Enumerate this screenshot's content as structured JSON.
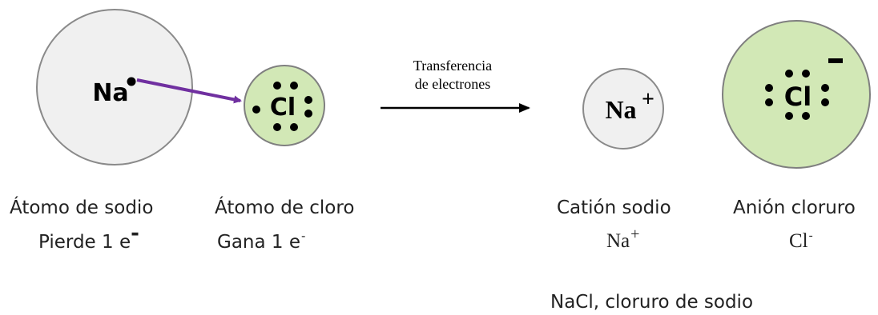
{
  "colors": {
    "sodium_fill": "#f0f0f0",
    "chlorine_fill": "#d2e8b6",
    "outline": "#8a8a8a",
    "arrow_purple": "#7030a0",
    "arrow_black": "#000000"
  },
  "atoms": {
    "sodium": {
      "symbol": "Na"
    },
    "chlorine": {
      "symbol": "Cl"
    },
    "sodium_cation": {
      "symbol": "Na",
      "charge": "+"
    },
    "chloride_anion": {
      "symbol": "Cl",
      "charge": "-"
    }
  },
  "transfer_arrow": {
    "line1": "Transferencia",
    "line2": "de electrones"
  },
  "labels": {
    "sodium_atom": {
      "name": "Átomo de sodio",
      "detail": "Pierde 1 e",
      "charge": "-"
    },
    "chlorine_atom": {
      "name": "Átomo de cloro",
      "detail": "Gana 1 e",
      "charge": "-"
    },
    "sodium_cation": {
      "name": "Catión sodio",
      "formula": "Na",
      "charge": "+"
    },
    "chloride_anion": {
      "name": "Anión cloruro",
      "formula": "Cl",
      "charge": "-"
    }
  },
  "compound": "NaCl, cloruro de sodio"
}
